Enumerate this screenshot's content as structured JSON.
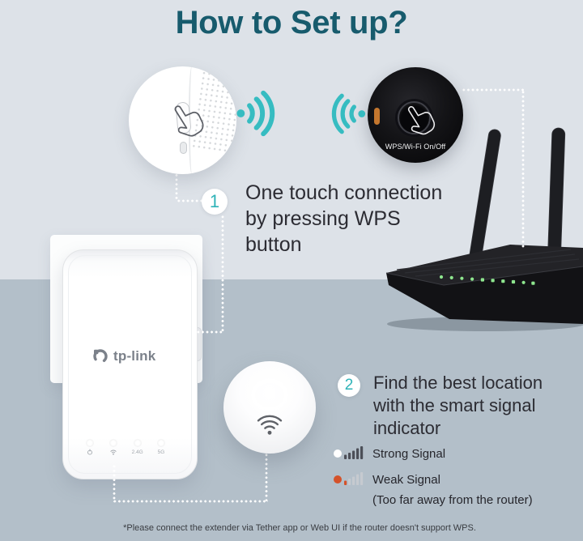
{
  "colors": {
    "accent_teal": "#2fb3b8",
    "title_teal": "#175b6d",
    "weak_orange": "#d4522a",
    "bg_top": "#dde2e8",
    "bg_bottom": "#b3bfc9",
    "router_led_green": "#8ee68e"
  },
  "header": {
    "title": "How to Set up?"
  },
  "callouts": {
    "router_button_label": "WPS/Wi-Fi On/Off"
  },
  "steps": [
    {
      "number": "1",
      "text": "One touch connection by pressing WPS button",
      "lines": [
        "One touch connection",
        "by pressing WPS",
        "button"
      ]
    },
    {
      "number": "2",
      "text": "Find the best location with the smart signal indicator",
      "lines": [
        "Find the best location",
        "with the smart signal",
        "indicator"
      ]
    }
  ],
  "legend": {
    "strong": {
      "label": "Strong Signal"
    },
    "weak": {
      "label": "Weak Signal",
      "note": "(Too far away from the router)"
    }
  },
  "extender": {
    "brand": "tp-link",
    "led_labels": {
      "band_24": "2.4G",
      "band_5": "5G"
    }
  },
  "icons": {
    "wifi_wave_right": "teal arcs radiating right",
    "wifi_wave_left": "teal arcs radiating left",
    "pressing_hand": "hand outline pressing button",
    "indicator_wifi": "gray wifi symbol",
    "power_led": "power symbol",
    "wifi_led": "wifi symbol",
    "signal_bars": "five ascending bars"
  },
  "footnote": "*Please connect the extender via Tether app or Web UI  if the router doesn't support WPS."
}
